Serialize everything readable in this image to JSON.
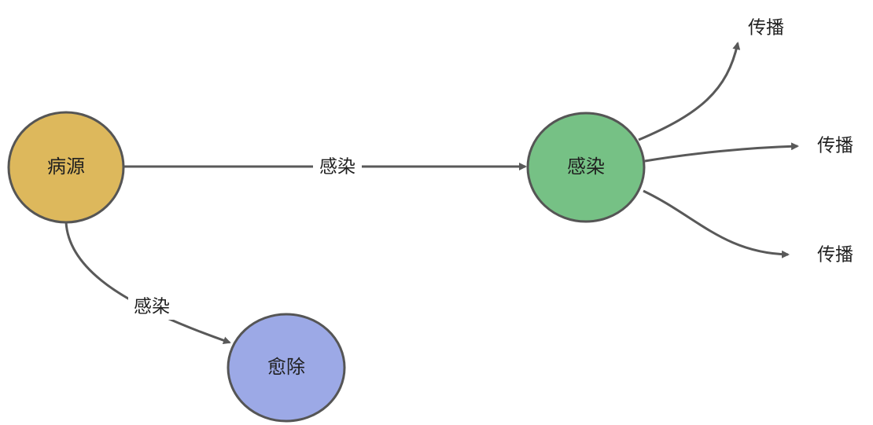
{
  "diagram": {
    "nodes": {
      "source": {
        "label": "病源",
        "color": "#DDB85C"
      },
      "infection": {
        "label": "感染",
        "color": "#76C185"
      },
      "recovery": {
        "label": "愈除",
        "color": "#9CA9E6"
      }
    },
    "edges": {
      "source_to_infection": {
        "label": "感染"
      },
      "source_to_recovery": {
        "label": "感染"
      },
      "spread_1": {
        "label": "传播"
      },
      "spread_2": {
        "label": "传播"
      },
      "spread_3": {
        "label": "传播"
      }
    },
    "colors": {
      "node_stroke": "#555555",
      "edge_stroke": "#595959",
      "text": "#1f1f1f"
    }
  }
}
